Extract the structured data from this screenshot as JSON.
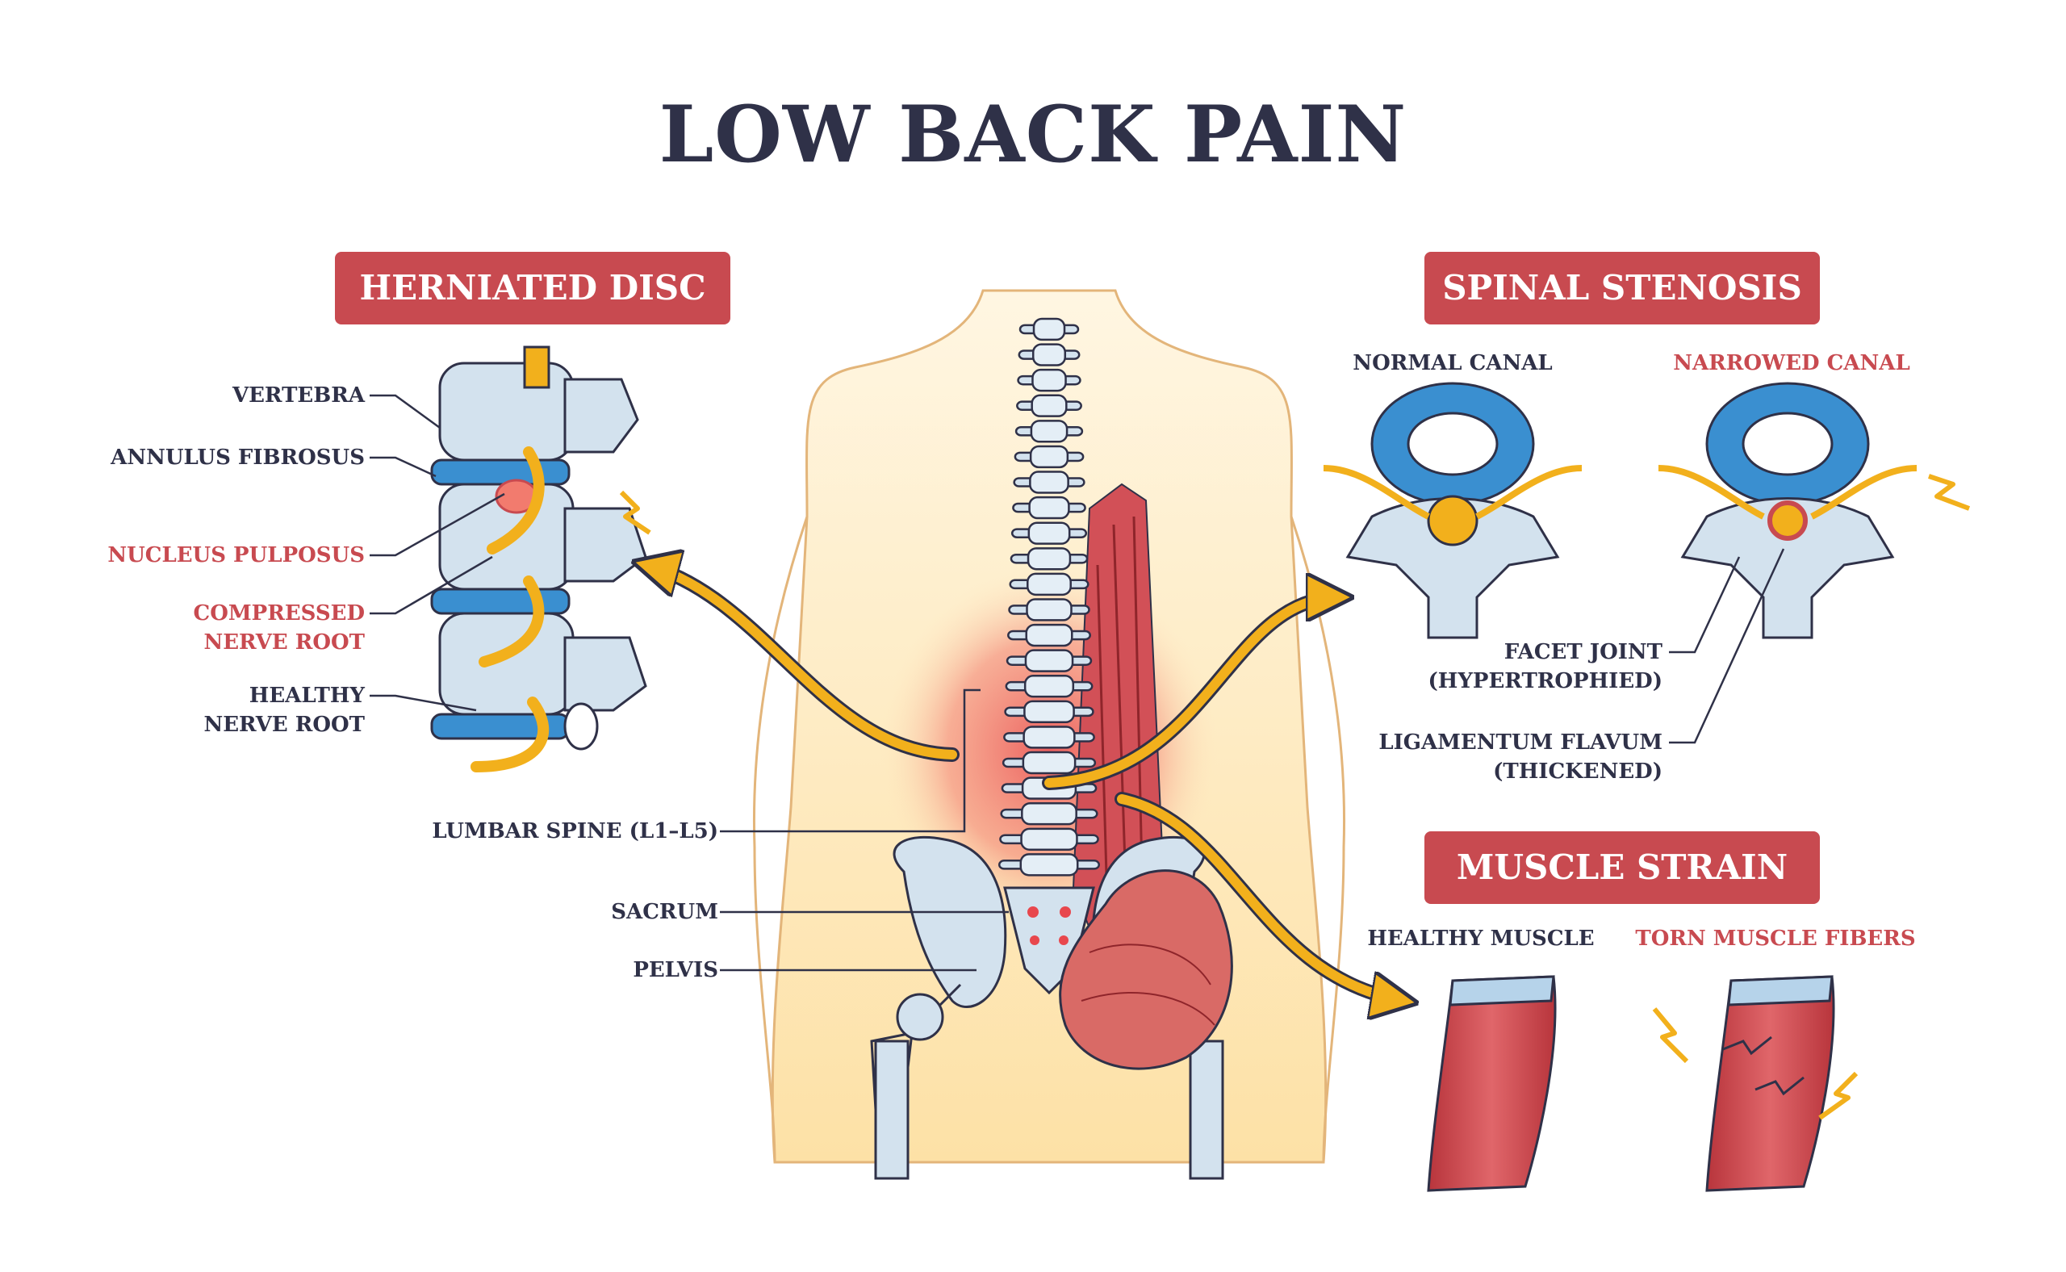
{
  "title": "LOW BACK PAIN",
  "colors": {
    "accent": "#c84a50",
    "text": "#2f3148",
    "bone": "#d3e2ee",
    "disc": "#3a8fd0",
    "nerve": "#f2b01c",
    "muscle": "#c84a50",
    "skin": "#fde9bf"
  },
  "herniated_disc": {
    "heading": "HERNIATED DISC",
    "labels": {
      "vertebra": "VERTEBRA",
      "annulus": "ANNULUS FIBROSUS",
      "nucleus": "NUCLEUS PULPOSUS",
      "compressed_1": "COMPRESSED",
      "compressed_2": "NERVE ROOT",
      "healthy_1": "HEALTHY",
      "healthy_2": "NERVE ROOT"
    }
  },
  "spinal_stenosis": {
    "heading": "SPINAL STENOSIS",
    "normal": "NORMAL CANAL",
    "narrowed": "NARROWED CANAL",
    "facet_1": "FACET JOINT",
    "facet_2": "(HYPERTROPHIED)",
    "ligament_1": "LIGAMENTUM FLAVUM",
    "ligament_2": "(THICKENED)"
  },
  "muscle_strain": {
    "heading": "MUSCLE STRAIN",
    "healthy": "HEALTHY MUSCLE",
    "torn": "TORN MUSCLE FIBERS"
  },
  "back": {
    "lumbar": "LUMBAR SPINE (L1–L5)",
    "sacrum": "SACRUM",
    "pelvis": "PELVIS"
  }
}
